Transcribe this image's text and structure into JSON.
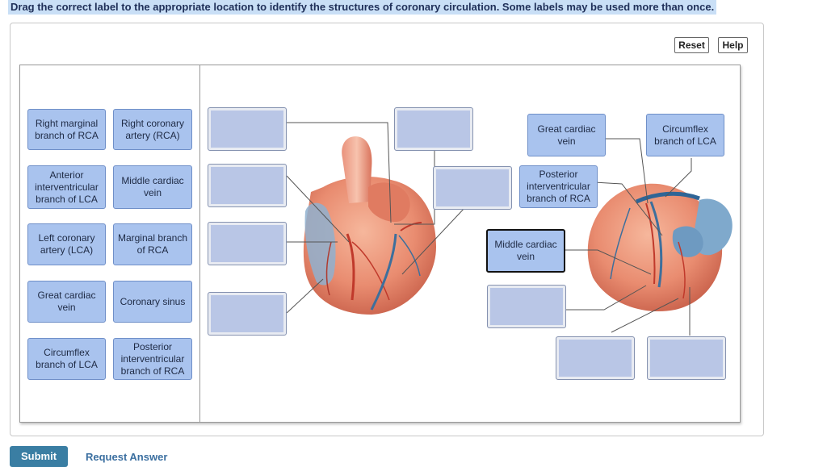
{
  "instruction": "Drag the correct label to the appropriate location to identify the structures of coronary circulation. Some labels may be used more than once.",
  "buttons": {
    "reset": "Reset",
    "help": "Help"
  },
  "bank": [
    "Right marginal branch of RCA",
    "Right coronary artery (RCA)",
    "Anterior interventricular branch of LCA",
    "Middle cardiac vein",
    "Left coronary artery (LCA)",
    "Marginal branch of RCA",
    "Great cardiac vein",
    "Coronary sinus",
    "Circumflex branch of LCA",
    "Posterior interventricular branch of RCA"
  ],
  "placed": {
    "great_cardiac_vein": "Great cardiac vein",
    "circumflex": "Circumflex branch of LCA",
    "posterior_interventricular": "Posterior interventricular branch of RCA",
    "middle_cardiac_vein": "Middle cardiac vein"
  },
  "footer": {
    "submit": "Submit",
    "request_answer": "Request Answer"
  },
  "colors": {
    "label_fill": "#a9c3ee",
    "drop_fill": "#b9c6e6",
    "submit": "#3a7ea3",
    "instruction_highlight": "#c9dff6"
  }
}
